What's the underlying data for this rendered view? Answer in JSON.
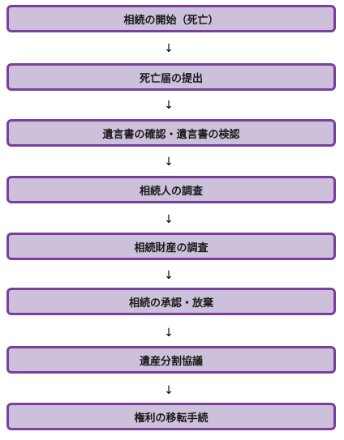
{
  "steps": [
    {
      "label": "相続の開始（死亡）"
    },
    {
      "label": "死亡届の提出"
    },
    {
      "label": "遺言書の確認・遺言書の検認"
    },
    {
      "label": "相続人の調査"
    },
    {
      "label": "相続財産の調査"
    },
    {
      "label": "相続の承認・放棄"
    },
    {
      "label": "遺産分割協議"
    },
    {
      "label": "権利の移転手続"
    }
  ],
  "arrow_glyph": "↓",
  "colors": {
    "box_fill": "#cdc0da",
    "box_border": "#7a3f9c"
  }
}
